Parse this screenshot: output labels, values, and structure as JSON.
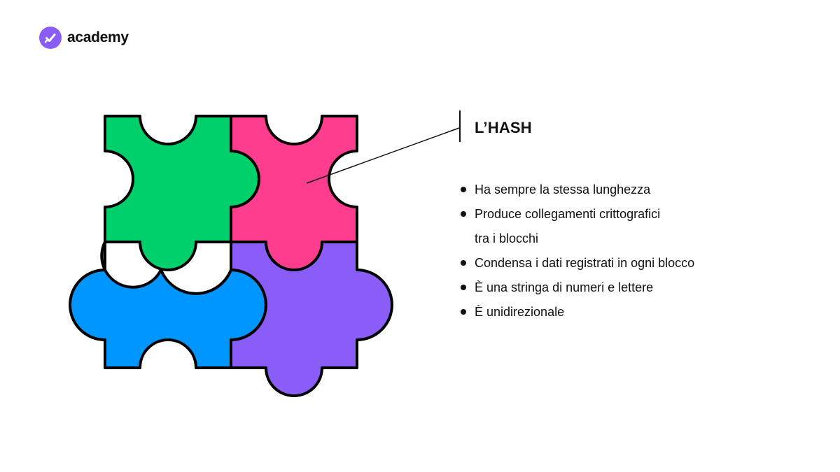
{
  "brand": {
    "name": "academy",
    "icon": "check-icon",
    "color": "#8a5cf6"
  },
  "title": "L’HASH",
  "bullets": [
    {
      "line1": "Ha sempre la stessa lunghezza"
    },
    {
      "line1": "Produce collegamenti crittografici",
      "line2": "tra i blocchi"
    },
    {
      "line1": "Condensa i dati registrati in ogni blocco"
    },
    {
      "line1": "È una stringa di numeri e lettere"
    },
    {
      "line1": "È unidirezionale"
    }
  ],
  "puzzle": {
    "pieces": [
      {
        "name": "green",
        "color": "#00d06c"
      },
      {
        "name": "pink",
        "color": "#ff3d8f"
      },
      {
        "name": "blue",
        "color": "#0096ff"
      },
      {
        "name": "purple",
        "color": "#8a5cf8"
      }
    ],
    "outline": "#000000"
  }
}
